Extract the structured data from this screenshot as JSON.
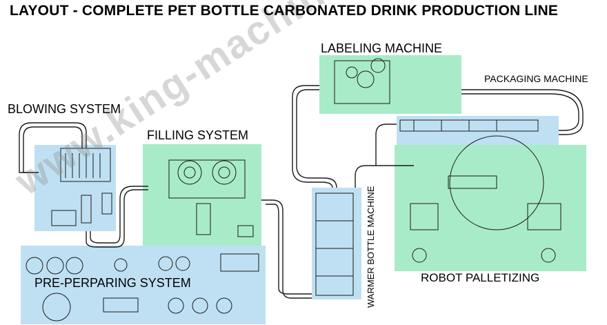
{
  "title": "LAYOUT - COMPLETE PET BOTTLE CARBONATED DRINK PRODUCTION LINE",
  "sections": {
    "blowing": "BLOWING SYSTEM",
    "filling": "FILLING SYSTEM",
    "labeling": "LABELING MACHINE",
    "packaging": "PACKAGING MACHINE",
    "warmer": "WARMER BOTTLE MACHINE",
    "preparing": "PRE-PERPARING SYSTEM",
    "robot": "ROBOT PALLETIZING"
  },
  "watermark": "www.king-machine.com",
  "colors": {
    "blue_zone": "#bfe0f2",
    "green_zone": "#a8ebc8",
    "line": "#1a1a1a"
  }
}
